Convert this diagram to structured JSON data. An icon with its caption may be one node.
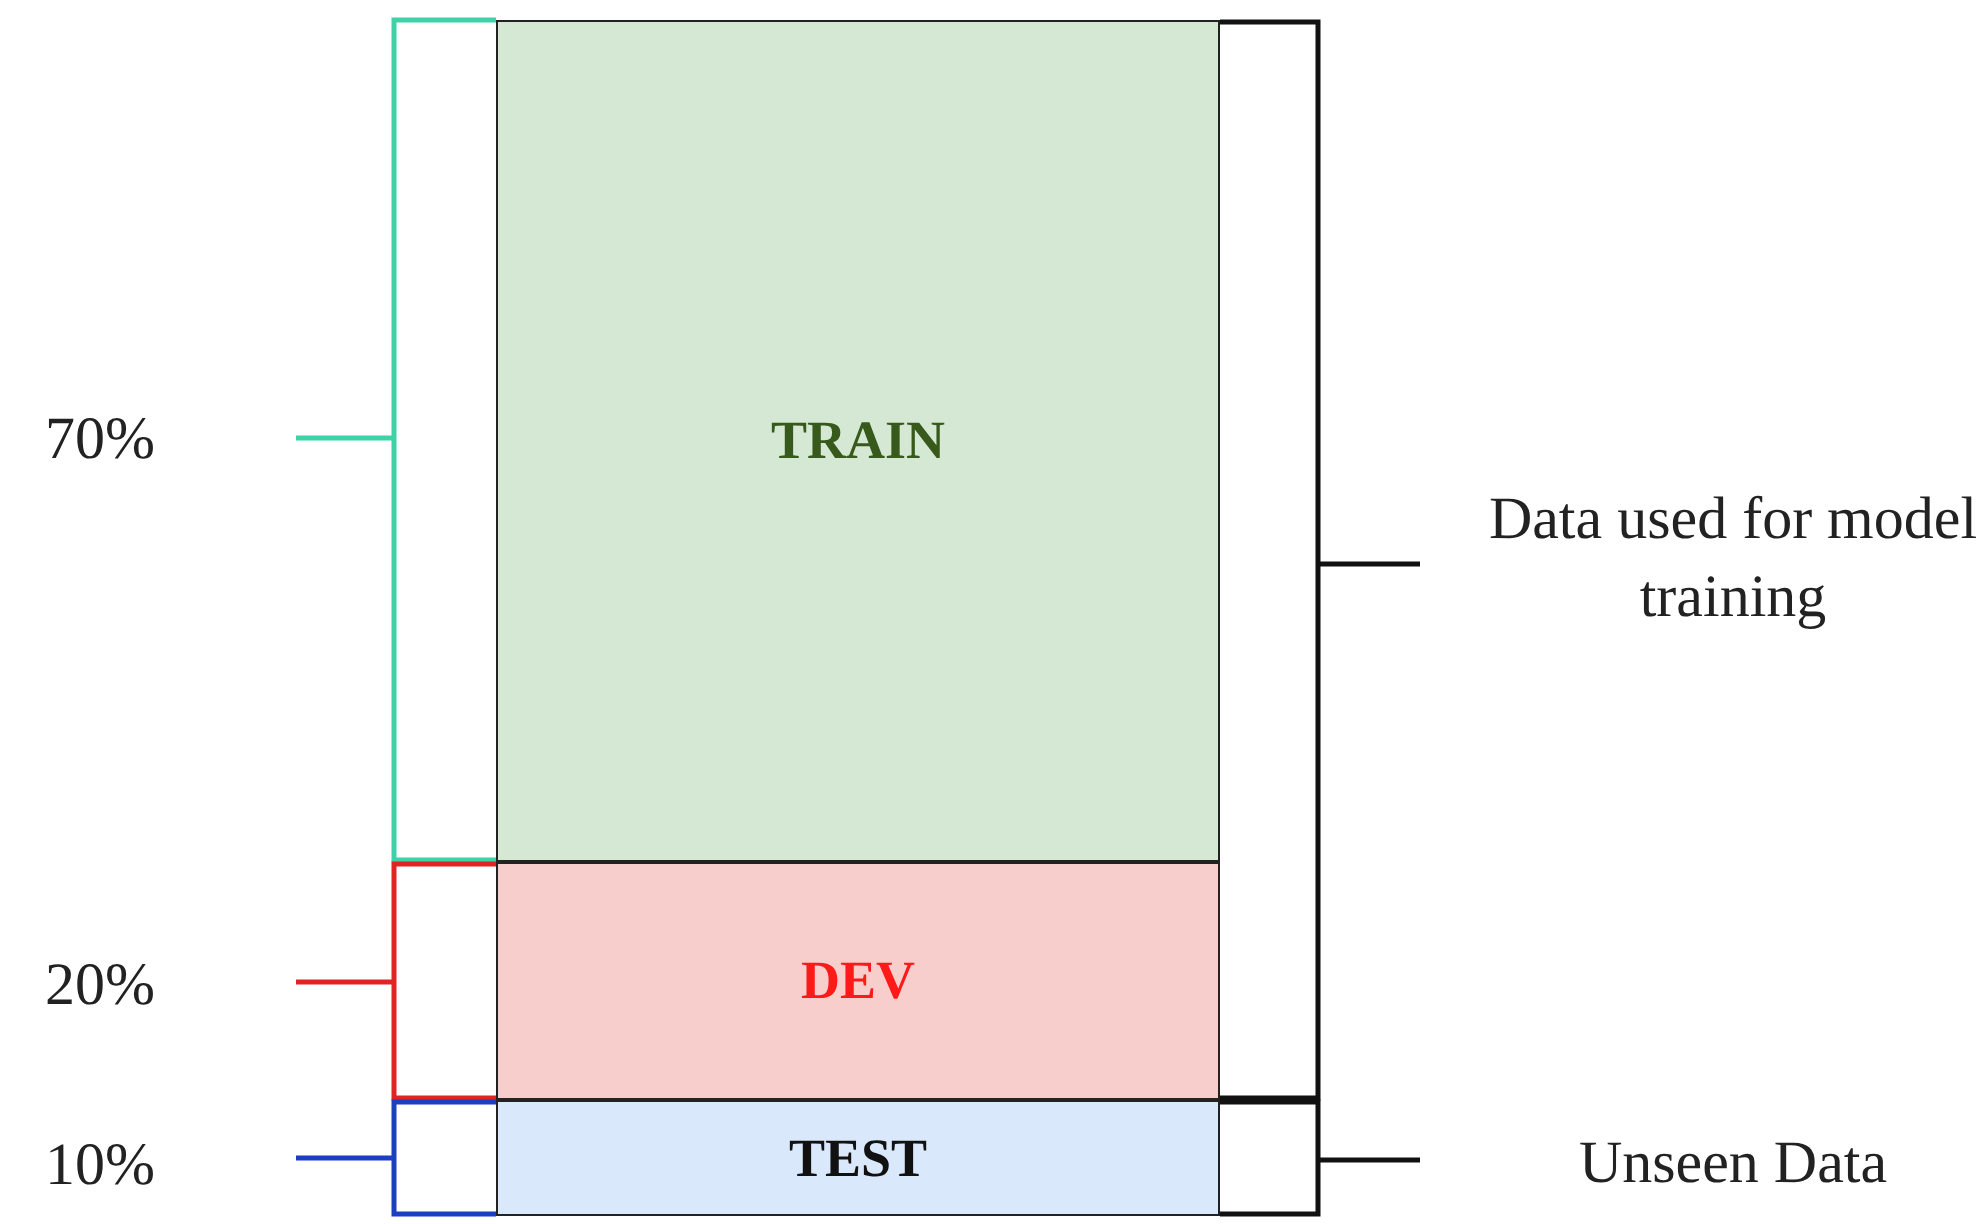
{
  "diagram": {
    "nodes": [
      {
        "text": [
          "TRAIN"
        ]
      },
      {
        "text": [
          "DEV"
        ]
      },
      {
        "text": [
          "TEST"
        ]
      }
    ],
    "labels": [
      "70%",
      "20%",
      "10%",
      "Data used for model training",
      "Unseen Data"
    ]
  }
}
